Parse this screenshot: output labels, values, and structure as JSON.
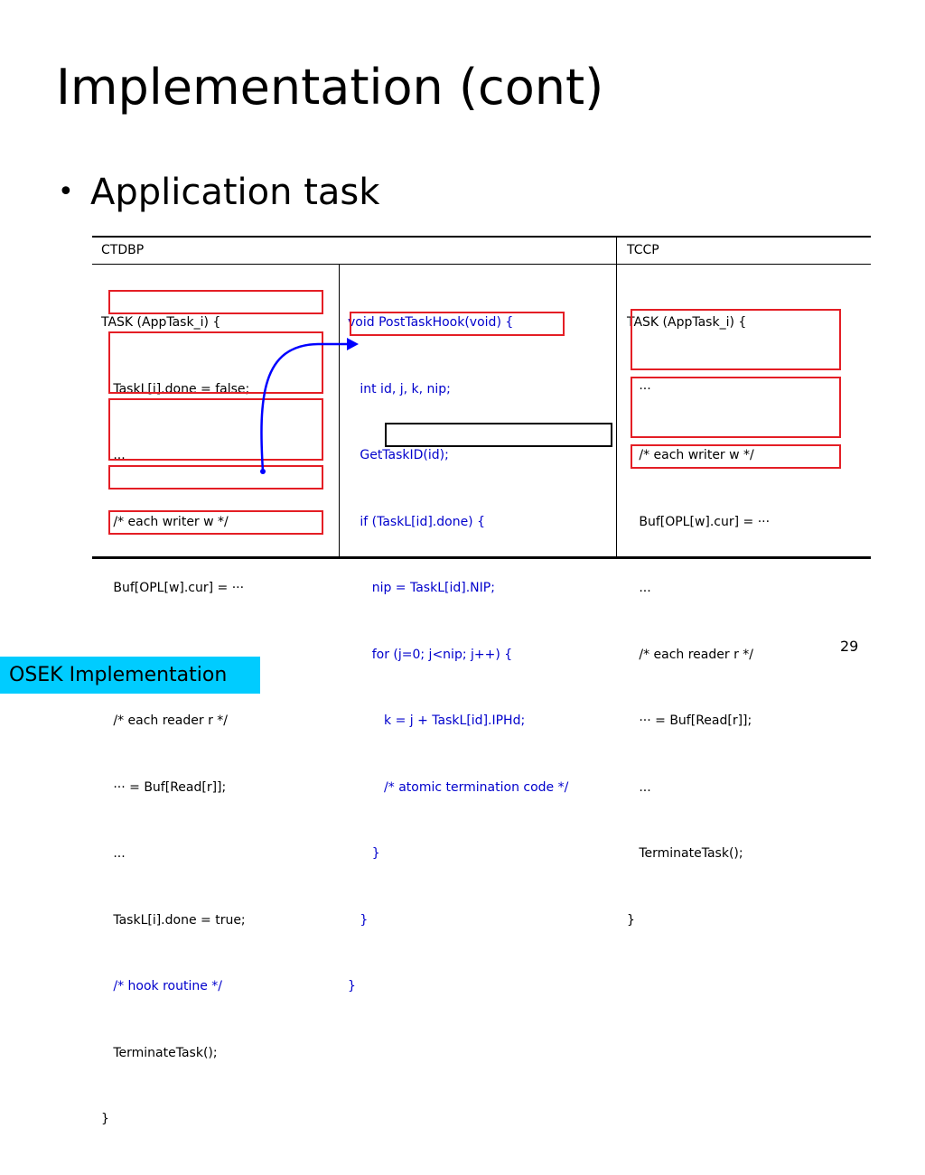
{
  "slide": {
    "title": "Implementation (cont)",
    "bullet": "Application task",
    "bullet_glyph": "•",
    "page_number": "29",
    "footer": "OSEK Implementation"
  },
  "table": {
    "headers": {
      "ctdbp": "CTDBP",
      "tccp": "TCCP"
    },
    "col1": [
      "TASK (AppTask_i) {",
      "   TaskL[i].done = false;",
      "   ...",
      "   /* each writer w */",
      "   Buf[OPL[w].cur] = ···",
      "   ...",
      "   /* each reader r */",
      "   ··· = Buf[Read[r]];",
      "   ...",
      "   TaskL[i].done = true;",
      "   /* hook routine */",
      "   TerminateTask();",
      "}"
    ],
    "col2": [
      "void PostTaskHook(void) {",
      "   int id, j, k, nip;",
      "   GetTaskID(id);",
      "   if (TaskL[id].done) {",
      "      nip = TaskL[id].NIP;",
      "      for (j=0; j<nip; j++) {",
      "         k = j + TaskL[id].IPHd;",
      "         /* atomic termination code */",
      "      }",
      "   }",
      "}"
    ],
    "col3": [
      "TASK (AppTask_i) {",
      "   ···",
      "   /* each writer w */",
      "   Buf[OPL[w].cur] = ···",
      "   ...",
      "   /* each reader r */",
      "   ··· = Buf[Read[r]];",
      "   ...",
      "   TerminateTask();",
      "}"
    ]
  },
  "colors": {
    "highlight_box": "#e41e25",
    "code_blue": "#0000cc",
    "footer_bg": "#00ccff"
  }
}
